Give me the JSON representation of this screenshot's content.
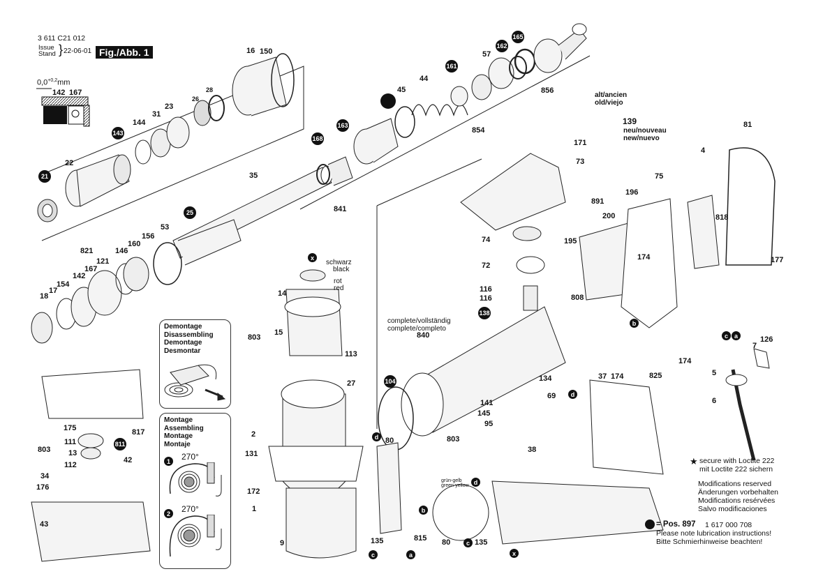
{
  "header": {
    "part_number": "3 611 C21 012",
    "issue_label": "Issue",
    "stand_label": "Stand",
    "date": "22-06-01",
    "figure_label": "Fig./Abb. 1"
  },
  "detail_inset": {
    "tolerance": "0,0",
    "tolerance_sup": "+0,2",
    "tolerance_unit": "mm",
    "labels": [
      "142",
      "167"
    ]
  },
  "part_labels": {
    "top_row": [
      "16",
      "150",
      "28",
      "26",
      "23",
      "31",
      "144",
      "22",
      "35",
      "841",
      "45",
      "44",
      "57",
      "854",
      "856"
    ],
    "left_ring_group": [
      "821",
      "121",
      "167",
      "142",
      "154",
      "17",
      "18",
      "146",
      "160",
      "156",
      "53"
    ],
    "left_bottom": [
      "175",
      "803",
      "111",
      "13",
      "112",
      "34",
      "176",
      "43",
      "817",
      "42"
    ],
    "motor": [
      "14",
      "15",
      "803",
      "113",
      "27",
      "2",
      "131",
      "172",
      "1",
      "9"
    ],
    "center": [
      "840",
      "141",
      "145",
      "95",
      "803",
      "80",
      "135",
      "815",
      "80",
      "135"
    ],
    "gear": [
      "74",
      "72",
      "116",
      "116",
      "171",
      "73"
    ],
    "right": [
      "139",
      "196",
      "891",
      "200",
      "195",
      "174",
      "75",
      "808",
      "825",
      "174",
      "4",
      "818",
      "81",
      "177",
      "134",
      "69",
      "37",
      "174",
      "38",
      "126",
      "7",
      "5",
      "6"
    ]
  },
  "bubbles": {
    "black_numbered": [
      "143",
      "21",
      "25",
      "168",
      "163",
      "161",
      "162",
      "165",
      "138",
      "104",
      "811"
    ],
    "letters": [
      "x",
      "b",
      "c",
      "a",
      "d",
      "d",
      "c",
      "a",
      "b",
      "d",
      "c",
      "x"
    ],
    "unlabeled_marker": "lubrication-point"
  },
  "annotations": {
    "bearing_color_top": "schwarz",
    "bearing_color_top_en": "black",
    "bearing_color_bottom": "rot",
    "bearing_color_bottom_en": "red",
    "old_part": "alt/ancien\nold/viejo",
    "new_part": "neu/nouveau\nnew/nuevo",
    "complete": "complete/vollständig\ncomplete/completo",
    "wire_color": "grün-gelb\ngreen-yellow"
  },
  "panels": {
    "disassembly": "Demontage\nDisassembling\nDemontage\nDesmontar",
    "assembly": "Montage\nAssembling\nMontage\nMontaje",
    "step1_num": "1",
    "step1_angle": "270°",
    "step2_num": "2",
    "step2_angle": "270°"
  },
  "footer": {
    "loctite_star": "★",
    "loctite_note": "secure with Loctite 222\nmit Loctite 222 sichern",
    "modifications": "Modifications reserved\nÄnderungen vorbehalten\nModifications resérvées\nSalvo modificaciones",
    "lube_pos": "= Pos. 897",
    "lube_part": "1 617 000 708",
    "lube_note": "Please note lubrication instructions!\nBitte Schmierhinweise beachten!"
  }
}
